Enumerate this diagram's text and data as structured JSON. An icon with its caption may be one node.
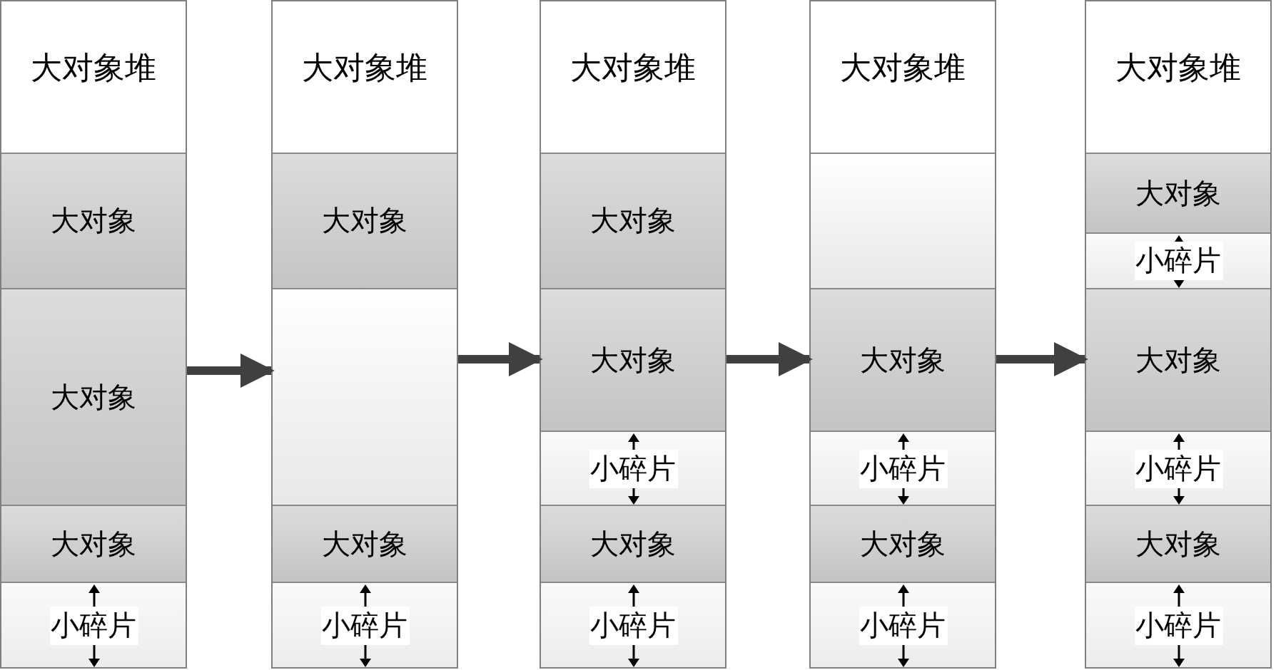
{
  "diagram": {
    "nodes": [
      {
        "text": [
          "大对象堆"
        ]
      },
      {
        "text": [
          "大对象"
        ],
        "in": 0
      },
      {
        "text": [
          "大对象"
        ],
        "in": 0
      },
      {
        "text": [
          "大对象"
        ],
        "in": 0
      },
      {
        "text": [
          "小碎片"
        ],
        "in": 0
      },
      {
        "text": [
          "大对象堆"
        ]
      },
      {
        "text": [
          "大对象"
        ],
        "in": 5
      },
      {
        "text": [],
        "shape": "box",
        "in": 5
      },
      {
        "text": [
          "大对象"
        ],
        "in": 5
      },
      {
        "text": [
          "小碎片"
        ],
        "in": 5
      },
      {
        "text": [
          "大对象堆"
        ]
      },
      {
        "text": [
          "大对象"
        ],
        "in": 10
      },
      {
        "text": [
          "大对象"
        ],
        "in": 10
      },
      {
        "text": [
          "小碎片"
        ],
        "in": 10
      },
      {
        "text": [
          "大对象"
        ],
        "in": 10
      },
      {
        "text": [
          "小碎片"
        ],
        "in": 10
      },
      {
        "text": [
          "大对象堆"
        ]
      },
      {
        "text": [],
        "shape": "box",
        "in": 16
      },
      {
        "text": [
          "大对象"
        ],
        "in": 16
      },
      {
        "text": [
          "小碎片"
        ],
        "in": 16
      },
      {
        "text": [
          "大对象"
        ],
        "in": 16
      },
      {
        "text": [
          "小碎片"
        ],
        "in": 16
      },
      {
        "text": [
          "大对象堆"
        ]
      },
      {
        "text": [
          "大对象"
        ],
        "in": 22
      },
      {
        "text": [
          "小碎片"
        ],
        "in": 22
      },
      {
        "text": [
          "大对象"
        ],
        "in": 22
      },
      {
        "text": [
          "小碎片"
        ],
        "in": 22
      },
      {
        "text": [
          "大对象"
        ],
        "in": 22
      },
      {
        "text": [
          "小碎片"
        ],
        "in": 22
      }
    ],
    "edges": [
      {
        "from": 0,
        "to": 5,
        "arrow": "to"
      },
      {
        "from": 5,
        "to": 10,
        "arrow": "to"
      },
      {
        "from": 10,
        "to": 16,
        "arrow": "to"
      },
      {
        "from": 16,
        "to": 22,
        "arrow": "to"
      }
    ]
  }
}
